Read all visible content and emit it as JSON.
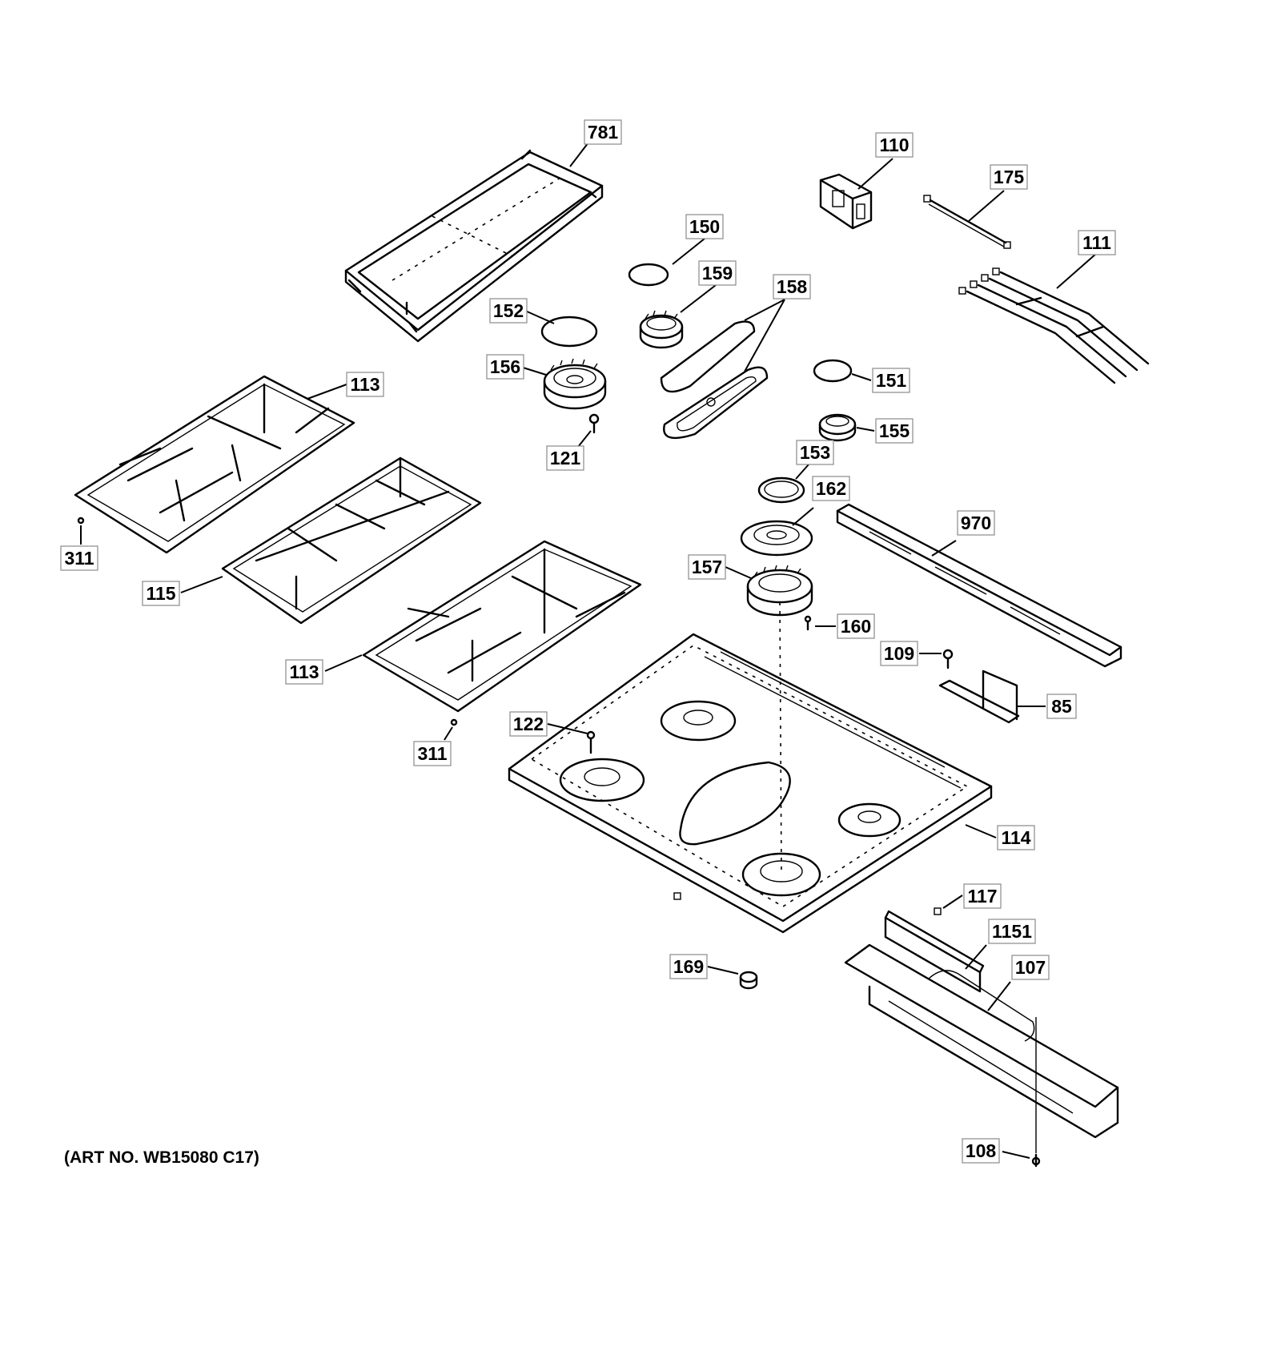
{
  "diagram": {
    "art_number": "(ART NO. WB15080 C17)",
    "labels": {
      "griddle": "781",
      "sensor_module": "110",
      "wire_175": "175",
      "wire_harness": "111",
      "cap_150": "150",
      "head_159": "159",
      "oval_burner": "158",
      "cap_152": "152",
      "head_156": "156",
      "screw_121": "121",
      "cap_151": "151",
      "head_155": "155",
      "ring_153": "153",
      "plate_162": "162",
      "head_157": "157",
      "screw_160": "160",
      "rail_970": "970",
      "screw_109": "109",
      "bracket_85": "85",
      "grate_top": "113",
      "grate_middle": "115",
      "grate_bottom": "113",
      "bumper_top": "311",
      "bumper_bottom": "311",
      "screw_122": "122",
      "cooktop": "114",
      "nut_117": "117",
      "seal_1151": "1151",
      "panel_107": "107",
      "grommet_169": "169",
      "screw_108": "108"
    }
  }
}
